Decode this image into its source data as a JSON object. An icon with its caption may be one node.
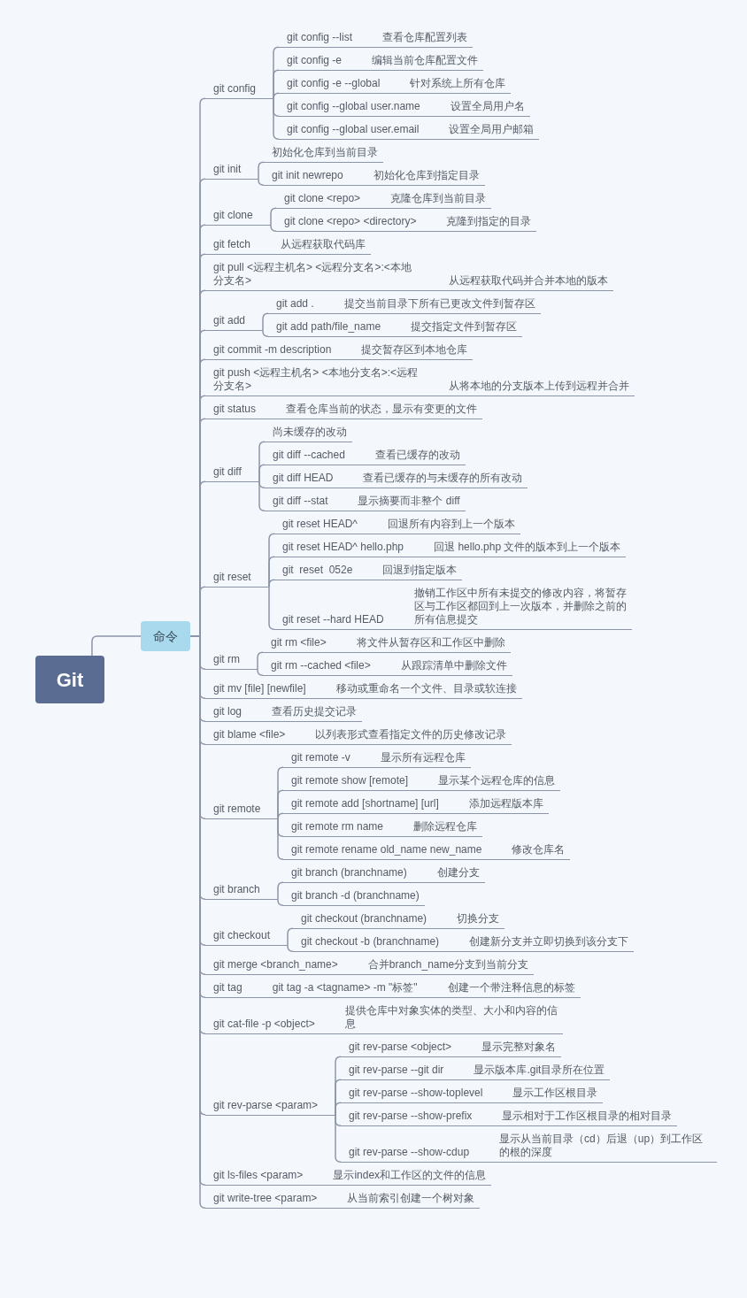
{
  "diagram": {
    "nodes": [
      {
        "text": [
          "Git"
        ]
      },
      {
        "text": [
          "命令"
        ]
      },
      {
        "text": [
          "git config"
        ]
      },
      {
        "text": [
          "git config --list",
          "查看仓库配置列表"
        ]
      },
      {
        "text": [
          "git config -e",
          "编辑当前仓库配置文件"
        ]
      },
      {
        "text": [
          "git config -e --global",
          "针对系统上所有仓库"
        ]
      },
      {
        "text": [
          "git config --global user.name",
          "设置全局用户名"
        ]
      },
      {
        "text": [
          "git config --global user.email",
          "设置全局用户邮箱"
        ]
      },
      {
        "text": [
          "git init"
        ]
      },
      {
        "text": [
          "初始化仓库到当前目录"
        ]
      },
      {
        "text": [
          "git init newrepo",
          "初始化仓库到指定目录"
        ]
      },
      {
        "text": [
          "git clone"
        ]
      },
      {
        "text": [
          "git clone <repo>",
          "克隆仓库到当前目录"
        ]
      },
      {
        "text": [
          "git clone <repo> <directory>",
          "克隆到指定的目录"
        ]
      },
      {
        "text": [
          "git fetch",
          "从远程获取代码库"
        ]
      },
      {
        "text": [
          "git pull <远程主机名> <远程分支名>:<本地分支名>",
          "从远程获取代码并合并本地的版本"
        ]
      },
      {
        "text": [
          "git add"
        ]
      },
      {
        "text": [
          "git add .",
          "提交当前目录下所有已更改文件到暂存区"
        ]
      },
      {
        "text": [
          "git add path/file_name",
          "提交指定文件到暂存区"
        ]
      },
      {
        "text": [
          "git commit -m description",
          "提交暂存区到本地仓库"
        ]
      },
      {
        "text": [
          "git push <远程主机名> <本地分支名>:<远程分支名>",
          "从将本地的分支版本上传到远程并合并"
        ]
      },
      {
        "text": [
          "git status",
          "查看仓库当前的状态，显示有变更的文件"
        ]
      },
      {
        "text": [
          "git diff"
        ]
      },
      {
        "text": [
          "尚未缓存的改动"
        ]
      },
      {
        "text": [
          "git diff --cached",
          "查看已缓存的改动"
        ]
      },
      {
        "text": [
          "git diff HEAD",
          "查看已缓存的与未缓存的所有改动"
        ]
      },
      {
        "text": [
          "git diff --stat",
          "显示摘要而非整个 diff"
        ]
      },
      {
        "text": [
          "git reset"
        ]
      },
      {
        "text": [
          "git reset HEAD^",
          "回退所有内容到上一个版本"
        ]
      },
      {
        "text": [
          "git reset HEAD^ hello.php",
          "回退 hello.php 文件的版本到上一个版本"
        ]
      },
      {
        "text": [
          "git  reset  052e",
          "回退到指定版本"
        ]
      },
      {
        "text": [
          "git reset --hard HEAD",
          "撤销工作区中所有未提交的修改内容，将暂存区与工作区都回到上一次版本，并删除之前的所有信息提交"
        ]
      },
      {
        "text": [
          "git rm"
        ]
      },
      {
        "text": [
          "git rm <file>",
          "将文件从暂存区和工作区中删除"
        ]
      },
      {
        "text": [
          "git rm --cached <file>",
          "从跟踪清单中删除文件"
        ]
      },
      {
        "text": [
          "git mv [file] [newfile]",
          "移动或重命名一个文件、目录或软连接"
        ]
      },
      {
        "text": [
          "git log",
          "查看历史提交记录"
        ]
      },
      {
        "text": [
          "git blame <file>",
          "以列表形式查看指定文件的历史修改记录"
        ]
      },
      {
        "text": [
          "git remote"
        ]
      },
      {
        "text": [
          "git remote -v",
          "显示所有远程仓库"
        ]
      },
      {
        "text": [
          "git remote show [remote]",
          "显示某个远程仓库的信息"
        ]
      },
      {
        "text": [
          "git remote add [shortname] [url]",
          "添加远程版本库"
        ]
      },
      {
        "text": [
          "git remote rm name",
          "删除远程仓库"
        ]
      },
      {
        "text": [
          "git remote rename old_name new_name",
          "修改仓库名"
        ]
      },
      {
        "text": [
          "git branch"
        ]
      },
      {
        "text": [
          "git branch (branchname)",
          "创建分支"
        ]
      },
      {
        "text": [
          "git branch -d (branchname)"
        ]
      },
      {
        "text": [
          "git checkout"
        ]
      },
      {
        "text": [
          "git checkout (branchname)",
          "切换分支"
        ]
      },
      {
        "text": [
          "git checkout -b (branchname)",
          "创建新分支并立即切换到该分支下"
        ]
      },
      {
        "text": [
          "git merge <branch_name>",
          "合并branch_name分支到当前分支"
        ]
      },
      {
        "text": [
          "git tag",
          "git tag -a <tagname> -m \"标签\"",
          "创建一个带注释信息的标签"
        ]
      },
      {
        "text": [
          "git cat-file -p <object>",
          "提供仓库中对象实体的类型、大小和内容的信息"
        ]
      },
      {
        "text": [
          "git rev-parse <param>"
        ]
      },
      {
        "text": [
          "git rev-parse <object>",
          "显示完整对象名"
        ]
      },
      {
        "text": [
          "git rev-parse --git dir",
          "显示版本库.git目录所在位置"
        ]
      },
      {
        "text": [
          "git rev-parse --show-toplevel",
          "显示工作区根目录"
        ]
      },
      {
        "text": [
          "git rev-parse --show-prefix",
          "显示相对于工作区根目录的相对目录"
        ]
      },
      {
        "text": [
          "git rev-parse --show-cdup",
          "显示从当前目录（cd）后退（up）到工作区的根的深度"
        ]
      },
      {
        "text": [
          "git ls-files <param>",
          "显示index和工作区的文件的信息"
        ]
      },
      {
        "text": [
          "git write-tree <param>",
          "从当前索引创建一个树对象"
        ]
      }
    ],
    "edges": [
      {
        "from": 0,
        "to": 1,
        "arrow": "none"
      },
      {
        "from": 1,
        "to": 2,
        "arrow": "none"
      },
      {
        "from": 2,
        "to": 3,
        "arrow": "none"
      },
      {
        "from": 2,
        "to": 4,
        "arrow": "none"
      },
      {
        "from": 2,
        "to": 5,
        "arrow": "none"
      },
      {
        "from": 2,
        "to": 6,
        "arrow": "none"
      },
      {
        "from": 2,
        "to": 7,
        "arrow": "none"
      },
      {
        "from": 1,
        "to": 8,
        "arrow": "none"
      },
      {
        "from": 8,
        "to": 9,
        "arrow": "none"
      },
      {
        "from": 8,
        "to": 10,
        "arrow": "none"
      },
      {
        "from": 1,
        "to": 11,
        "arrow": "none"
      },
      {
        "from": 11,
        "to": 12,
        "arrow": "none"
      },
      {
        "from": 11,
        "to": 13,
        "arrow": "none"
      },
      {
        "from": 1,
        "to": 14,
        "arrow": "none"
      },
      {
        "from": 1,
        "to": 15,
        "arrow": "none"
      },
      {
        "from": 1,
        "to": 16,
        "arrow": "none"
      },
      {
        "from": 16,
        "to": 17,
        "arrow": "none"
      },
      {
        "from": 16,
        "to": 18,
        "arrow": "none"
      },
      {
        "from": 1,
        "to": 19,
        "arrow": "none"
      },
      {
        "from": 1,
        "to": 20,
        "arrow": "none"
      },
      {
        "from": 1,
        "to": 21,
        "arrow": "none"
      },
      {
        "from": 1,
        "to": 22,
        "arrow": "none"
      },
      {
        "from": 22,
        "to": 23,
        "arrow": "none"
      },
      {
        "from": 22,
        "to": 24,
        "arrow": "none"
      },
      {
        "from": 22,
        "to": 25,
        "arrow": "none"
      },
      {
        "from": 22,
        "to": 26,
        "arrow": "none"
      },
      {
        "from": 1,
        "to": 27,
        "arrow": "none"
      },
      {
        "from": 27,
        "to": 28,
        "arrow": "none"
      },
      {
        "from": 27,
        "to": 29,
        "arrow": "none"
      },
      {
        "from": 27,
        "to": 30,
        "arrow": "none"
      },
      {
        "from": 27,
        "to": 31,
        "arrow": "none"
      },
      {
        "from": 1,
        "to": 32,
        "arrow": "none"
      },
      {
        "from": 32,
        "to": 33,
        "arrow": "none"
      },
      {
        "from": 32,
        "to": 34,
        "arrow": "none"
      },
      {
        "from": 1,
        "to": 35,
        "arrow": "none"
      },
      {
        "from": 1,
        "to": 36,
        "arrow": "none"
      },
      {
        "from": 1,
        "to": 37,
        "arrow": "none"
      },
      {
        "from": 1,
        "to": 38,
        "arrow": "none"
      },
      {
        "from": 38,
        "to": 39,
        "arrow": "none"
      },
      {
        "from": 38,
        "to": 40,
        "arrow": "none"
      },
      {
        "from": 38,
        "to": 41,
        "arrow": "none"
      },
      {
        "from": 38,
        "to": 42,
        "arrow": "none"
      },
      {
        "from": 38,
        "to": 43,
        "arrow": "none"
      },
      {
        "from": 1,
        "to": 44,
        "arrow": "none"
      },
      {
        "from": 44,
        "to": 45,
        "arrow": "none"
      },
      {
        "from": 44,
        "to": 46,
        "arrow": "none"
      },
      {
        "from": 1,
        "to": 47,
        "arrow": "none"
      },
      {
        "from": 47,
        "to": 48,
        "arrow": "none"
      },
      {
        "from": 47,
        "to": 49,
        "arrow": "none"
      },
      {
        "from": 1,
        "to": 50,
        "arrow": "none"
      },
      {
        "from": 1,
        "to": 51,
        "arrow": "none"
      },
      {
        "from": 1,
        "to": 52,
        "arrow": "none"
      },
      {
        "from": 1,
        "to": 53,
        "arrow": "none"
      },
      {
        "from": 53,
        "to": 54,
        "arrow": "none"
      },
      {
        "from": 53,
        "to": 55,
        "arrow": "none"
      },
      {
        "from": 53,
        "to": 56,
        "arrow": "none"
      },
      {
        "from": 53,
        "to": 57,
        "arrow": "none"
      },
      {
        "from": 53,
        "to": 58,
        "arrow": "none"
      },
      {
        "from": 1,
        "to": 59,
        "arrow": "none"
      },
      {
        "from": 1,
        "to": 60,
        "arrow": "none"
      }
    ]
  }
}
